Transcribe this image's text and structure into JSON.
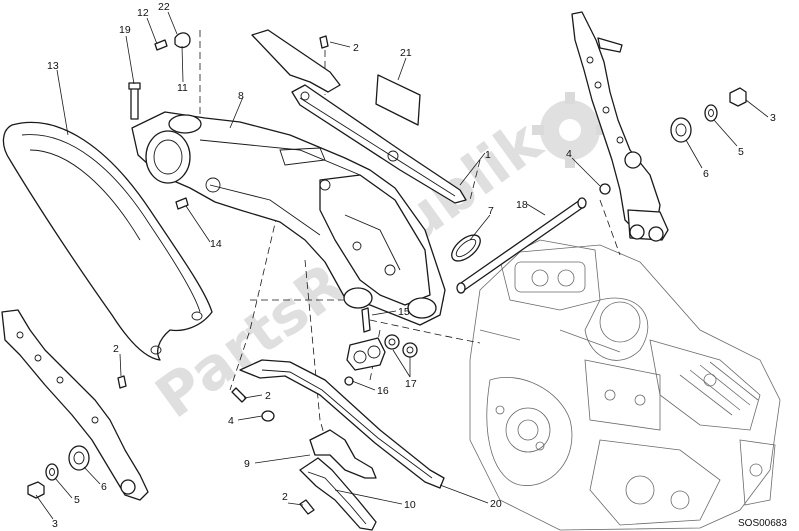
{
  "diagram": {
    "drawing_code": "SOS00683",
    "watermark": "PartsRepublik",
    "colors": {
      "line": "#1a1a1a",
      "watermark": "#dadada",
      "background": "#ffffff"
    },
    "callouts": {
      "c13": "13",
      "c19": "19",
      "c12": "12",
      "c22": "22",
      "c11": "11",
      "c8": "8",
      "c2_top": "2",
      "c21": "21",
      "c1": "1",
      "c14": "14",
      "c7": "7",
      "c18": "18",
      "c4_right": "4",
      "c3_top": "3",
      "c5_top": "5",
      "c6_top": "6",
      "c15": "15",
      "c16": "16",
      "c17": "17",
      "c2_mid": "2",
      "c4_mid": "4",
      "c2_left": "2",
      "c9": "9",
      "c2_bottom": "2",
      "c10": "10",
      "c20": "20",
      "c6_bottom": "6",
      "c5_bottom": "5",
      "c3_bottom": "3"
    }
  }
}
